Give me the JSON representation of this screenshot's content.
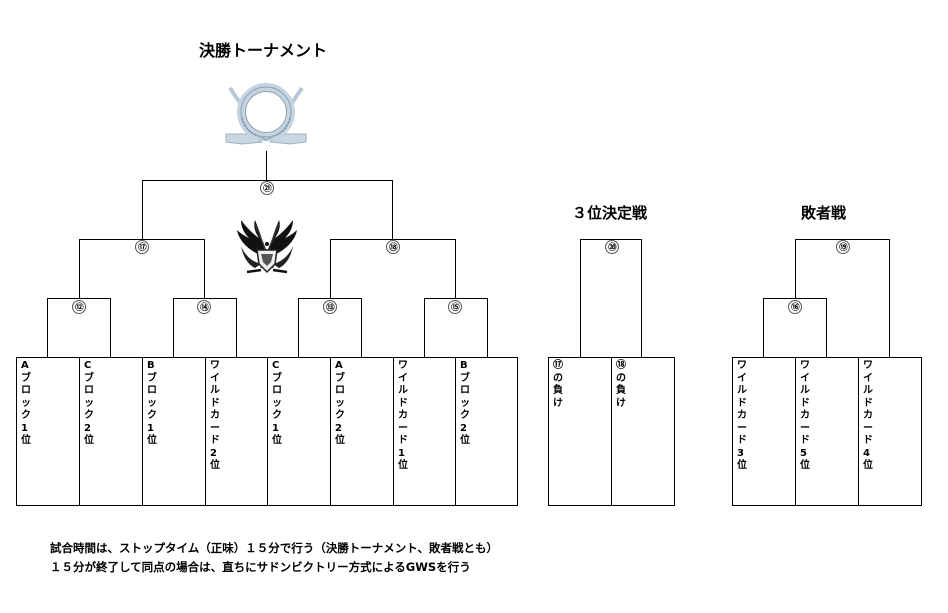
{
  "titles": {
    "final": "決勝トーナメント",
    "third_place": "３位決定戦",
    "losers": "敗者戦"
  },
  "emblems": {
    "trophy": "trophy-wreath-emblem",
    "winged": "winged-crest-emblem"
  },
  "final_bracket": {
    "match_numbers": {
      "m12": "⑫",
      "m14": "⑭",
      "m13": "⑬",
      "m15": "⑮",
      "m17": "⑰",
      "m18": "⑱",
      "m21": "㉑"
    },
    "slots": [
      "Aブロック1位",
      "Cブロック2位",
      "Bブロック1位",
      "ワイルドカード2位",
      "Cブロック1位",
      "Aブロック2位",
      "ワイルドカード1位",
      "Bブロック2位"
    ]
  },
  "third_place_bracket": {
    "match_number": "⑳",
    "slots": [
      "⑰の負け",
      "⑱の負け"
    ]
  },
  "losers_bracket": {
    "match_numbers": {
      "m16": "⑯",
      "m19": "⑲"
    },
    "slots": [
      "ワイルドカード3位",
      "ワイルドカード5位",
      "ワイルドカード4位"
    ]
  },
  "notes": [
    "試合時間は、ストップタイム（正味）１５分で行う（決勝トーナメント、敗者戦とも）",
    "１５分が終了して同点の場合は、直ちにサドンビクトリー方式によるGWSを行う"
  ]
}
